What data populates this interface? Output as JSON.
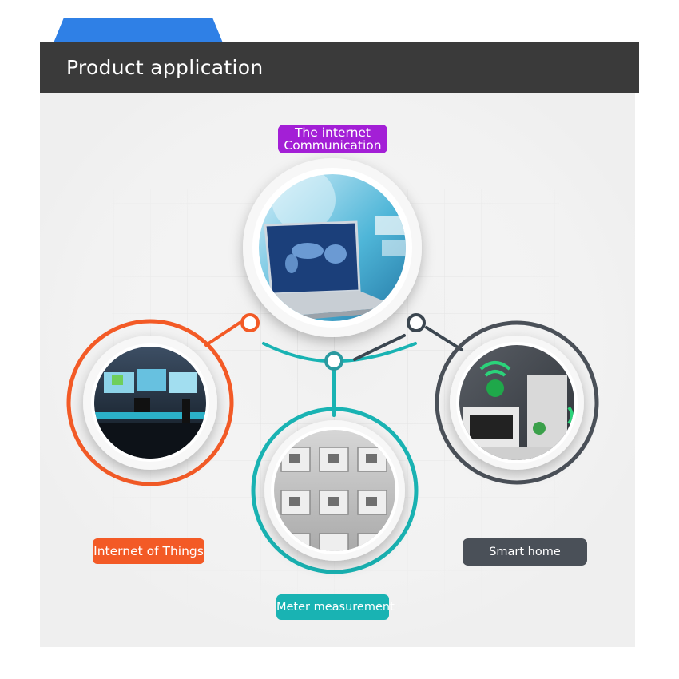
{
  "header": {
    "title": "Product application"
  },
  "applications": [
    {
      "label": "The internet Communication",
      "line1": "The internet",
      "line2": "Communication",
      "color": "#a31fd6",
      "ring_color": "#ffffff",
      "icon": "laptop-world-map-icon"
    },
    {
      "label": "Internet of Things",
      "color": "#f35a26",
      "ring_color": "#f35a26",
      "icon": "studio-screens-icon"
    },
    {
      "label": "Meter measurement",
      "color": "#19b3b3",
      "ring_color": "#19b3b3",
      "icon": "meter-boxes-icon"
    },
    {
      "label": "Smart home",
      "color": "#4a5058",
      "ring_color": "#4a5058",
      "icon": "smart-home-wifi-icon"
    }
  ],
  "colors": {
    "header_bg": "#3a3a3a",
    "tab_blue": "#2f80e6",
    "panel_bg": "#efefef"
  }
}
